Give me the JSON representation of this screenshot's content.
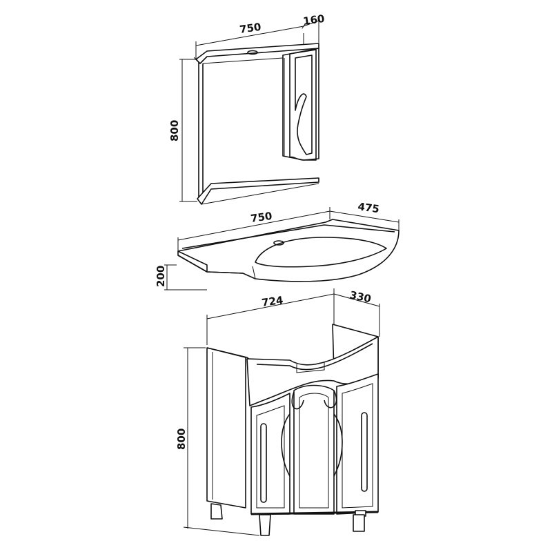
{
  "title": "Bathroom furniture set dimensions",
  "mirror_cabinet": {
    "width": "750",
    "depth": "160",
    "height": "800"
  },
  "sink": {
    "width": "750",
    "depth": "475",
    "height": "200"
  },
  "vanity": {
    "width": "724",
    "depth": "330",
    "height": "800"
  },
  "colors": {
    "line": "#111111",
    "background": "#ffffff"
  }
}
